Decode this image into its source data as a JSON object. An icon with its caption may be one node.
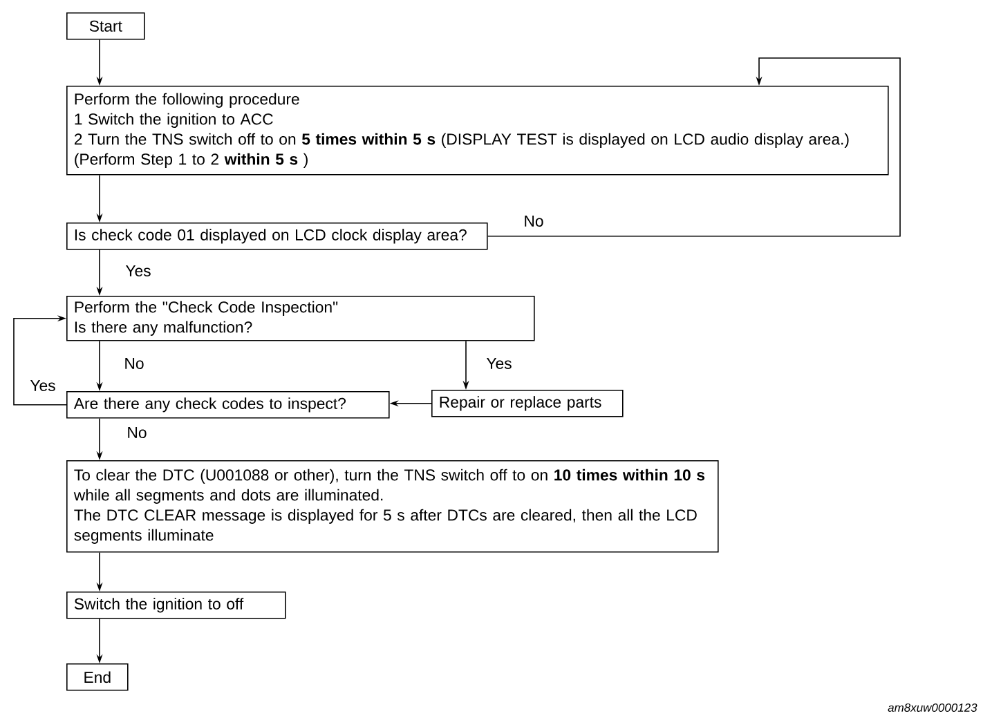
{
  "diagram": {
    "nodes": [
      {
        "text": [
          "Start"
        ]
      },
      {
        "text": [
          "Perform the following procedure",
          "1 Switch the ignition to ACC",
          "2 Turn the TNS switch off to on **5 times within 5 s** (DISPLAY TEST is displayed on LCD audio display area.)",
          "(Perform Step 1 to 2 **within 5 s** )"
        ]
      },
      {
        "text": [
          "Is check code 01 displayed on LCD clock display area?"
        ]
      },
      {
        "text": [
          "Perform the \"Check Code Inspection\"",
          "Is there any malfunction?"
        ]
      },
      {
        "text": [
          "Are there any check codes to inspect?"
        ]
      },
      {
        "text": [
          "Repair or replace parts"
        ]
      },
      {
        "text": [
          "To clear the DTC (U001088 or other), turn the TNS switch off to on **10 times within 10 s** while all segments and dots are illuminated.",
          "The DTC CLEAR message is displayed for 5 s after DTCs are cleared, then all the LCD segments illuminate"
        ]
      },
      {
        "text": [
          "Switch the ignition to off"
        ]
      },
      {
        "text": [
          "End"
        ]
      }
    ],
    "edges": [
      {
        "from": 0,
        "to": 1,
        "arrow": "to"
      },
      {
        "from": 1,
        "to": 2,
        "arrow": "to"
      },
      {
        "from": 2,
        "to": 1,
        "arrow": "to",
        "label": "No"
      },
      {
        "from": 2,
        "to": 3,
        "arrow": "to",
        "label": "Yes"
      },
      {
        "from": 3,
        "to": 4,
        "arrow": "to",
        "label": "No"
      },
      {
        "from": 3,
        "to": 5,
        "arrow": "to",
        "label": "Yes"
      },
      {
        "from": 5,
        "to": 4,
        "arrow": "to"
      },
      {
        "from": 4,
        "to": 3,
        "arrow": "to",
        "label": "Yes"
      },
      {
        "from": 4,
        "to": 6,
        "arrow": "to",
        "label": "No"
      },
      {
        "from": 6,
        "to": 7,
        "arrow": "to"
      },
      {
        "from": 7,
        "to": 8,
        "arrow": "to"
      }
    ],
    "labels": [
      "am8xuw0000123"
    ]
  }
}
